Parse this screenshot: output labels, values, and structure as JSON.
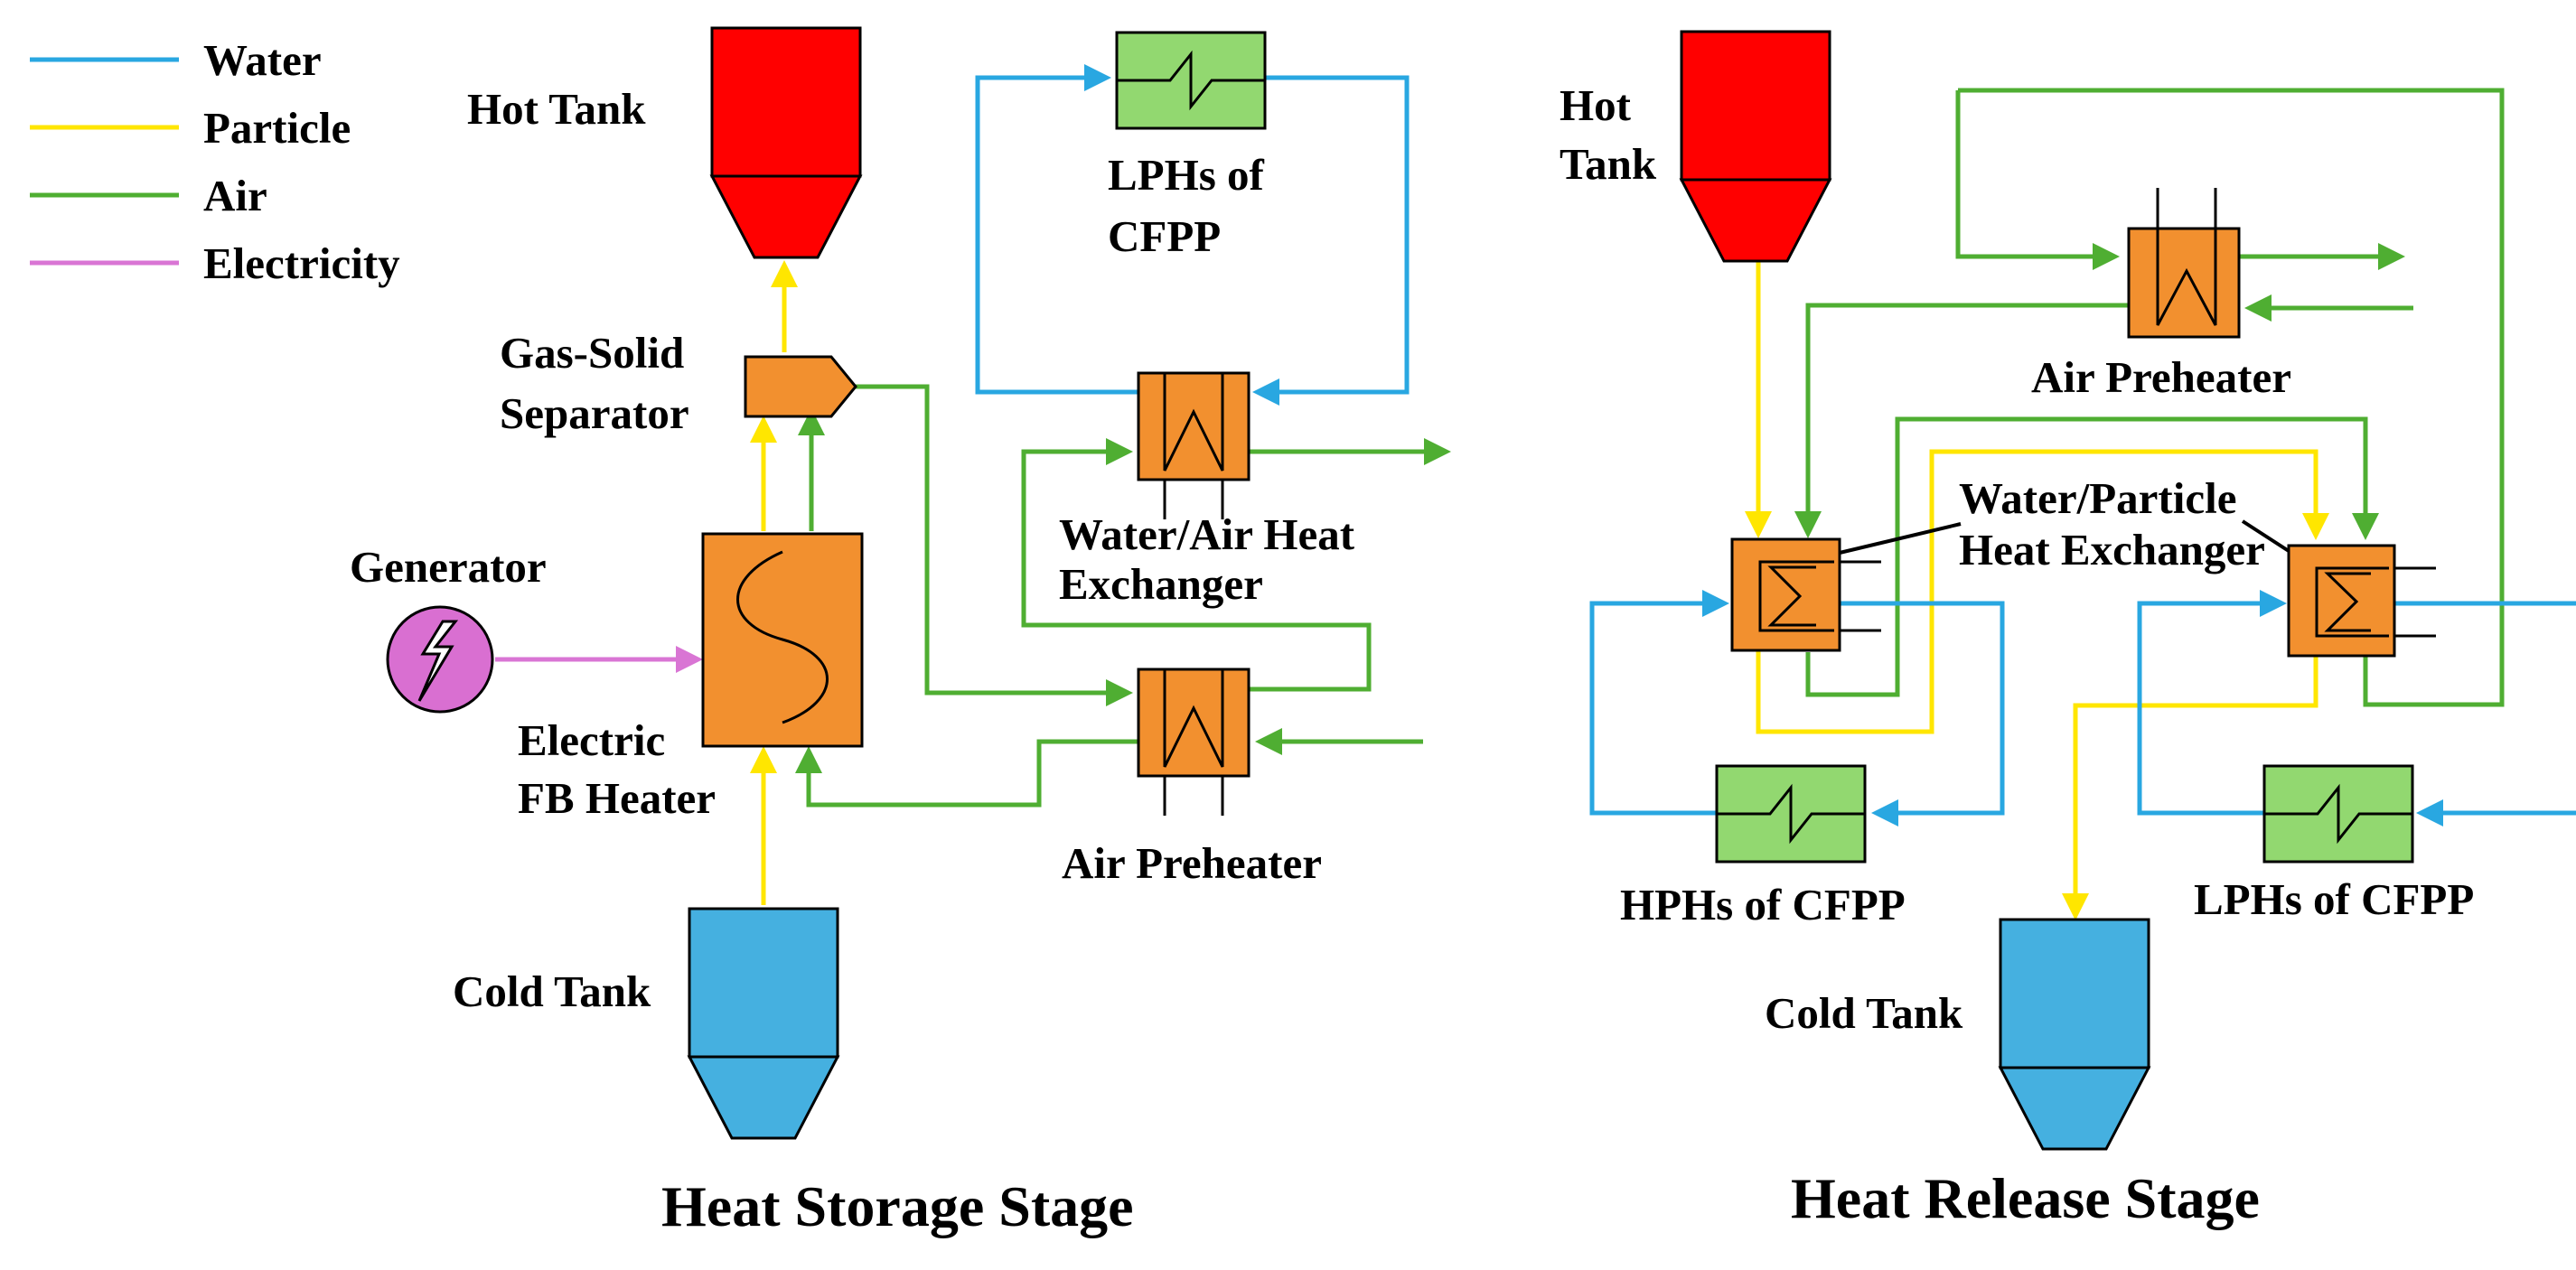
{
  "colors": {
    "water": "#29a7e1",
    "particle": "#ffe600",
    "air": "#4fae32",
    "electricity": "#d975d4",
    "hot_tank": "#ff0000",
    "cold_tank": "#45b0e0",
    "equipment": "#f2902f",
    "lph_box": "#92d870",
    "generator": "#d96fd1"
  },
  "legend": [
    {
      "label": "Water",
      "color_key": "water"
    },
    {
      "label": "Particle",
      "color_key": "particle"
    },
    {
      "label": "Air",
      "color_key": "air"
    },
    {
      "label": "Electricity",
      "color_key": "electricity"
    }
  ],
  "storage": {
    "title": "Heat Storage Stage",
    "hot_tank_label": "Hot Tank",
    "cold_tank_label": "Cold Tank",
    "separator_label": [
      "Gas-Solid",
      "Separator"
    ],
    "generator_label": "Generator",
    "heater_label": [
      "Electric",
      "FB Heater"
    ],
    "lph_label": [
      "LPHs of",
      "CFPP"
    ],
    "water_air_hx_label": [
      "Water/Air Heat",
      "Exchanger"
    ],
    "air_preheater_label": "Air Preheater"
  },
  "release": {
    "title": "Heat Release Stage",
    "hot_tank_label": [
      "Hot",
      "Tank"
    ],
    "cold_tank_label": "Cold Tank",
    "air_preheater_label": "Air Preheater",
    "water_particle_hx_label": [
      "Water/Particle",
      "Heat Exchanger"
    ],
    "hph_label": "HPHs of CFPP",
    "lph_label": "LPHs of CFPP"
  }
}
